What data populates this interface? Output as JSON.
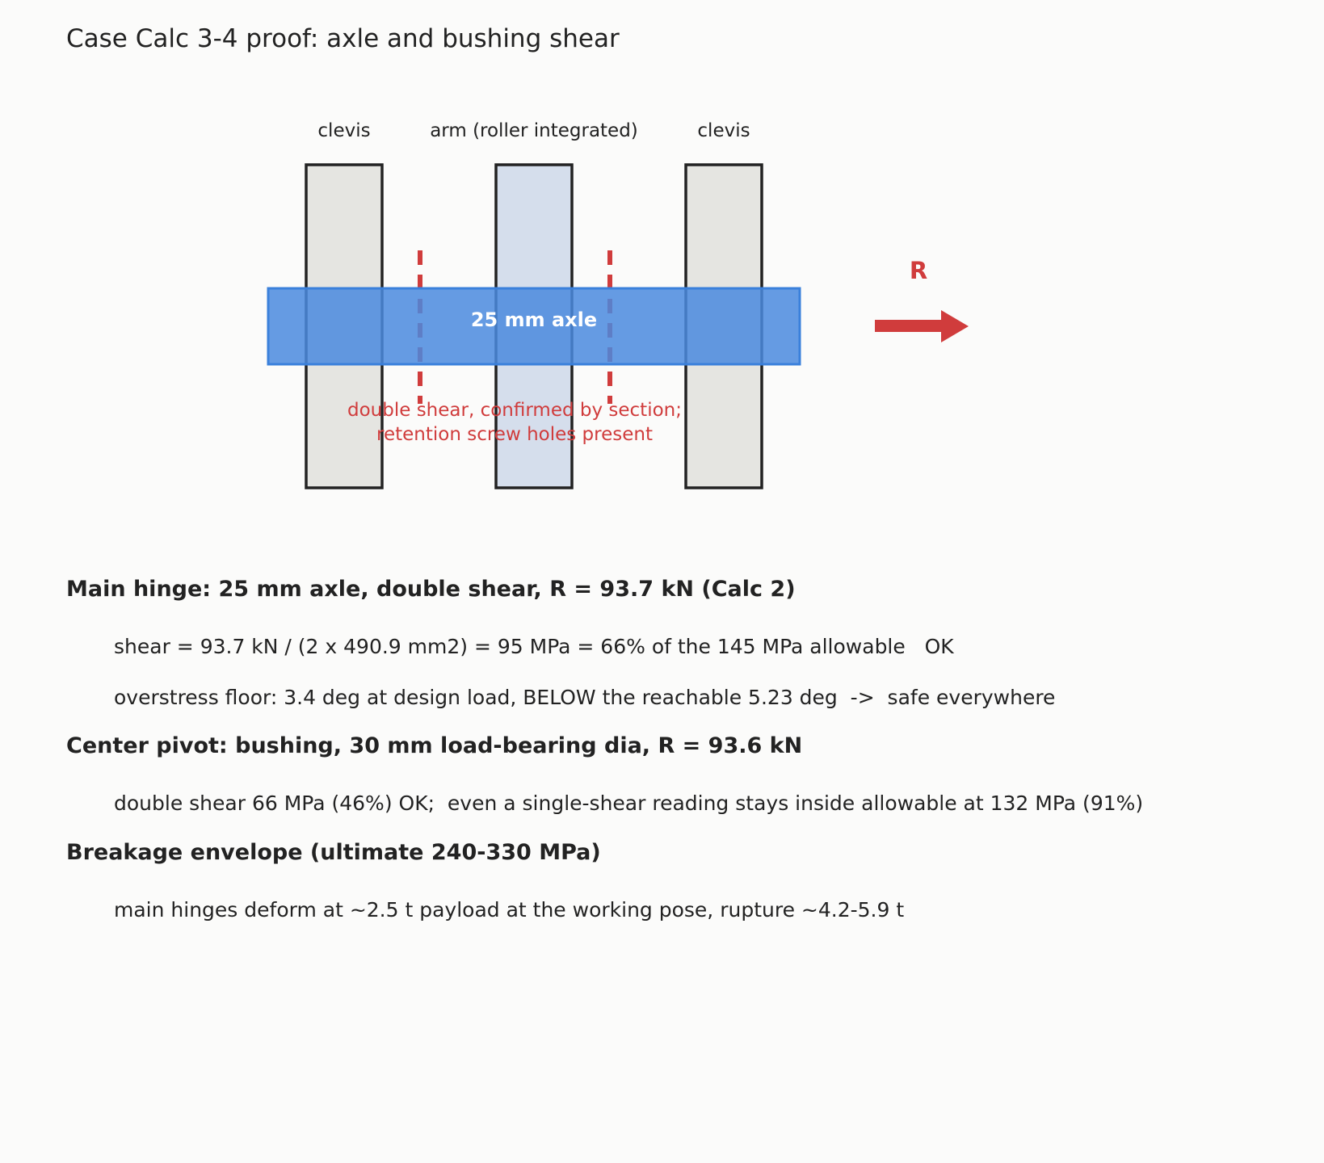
{
  "title": "Case Calc 3-4 proof: axle and bushing shear",
  "diagram": {
    "labels": {
      "clevis_left": "clevis",
      "arm": "arm (roller integrated)",
      "clevis_right": "clevis"
    },
    "axle_label": "25 mm axle",
    "force_label": "R",
    "shear_note": [
      "double shear, confirmed by section;",
      "retention screw holes present"
    ],
    "colors": {
      "clevis_fill": "#e5e5e1",
      "arm_fill": "#d5deec",
      "plate_stroke": "#222222",
      "axle_fill": "#4a8ade",
      "axle_stroke": "#3a80db",
      "shear_red": "#d03c3c",
      "text": "#222222"
    }
  },
  "sections": [
    {
      "heading": "Main hinge: 25 mm axle, double shear, R = 93.7 kN (Calc 2)",
      "lines": [
        "shear = 93.7 kN / (2 x 490.9 mm2) = 95 MPa = 66% of the 145 MPa allowable   OK",
        "overstress floor: 3.4 deg at design load, BELOW the reachable 5.23 deg  ->  safe everywhere"
      ]
    },
    {
      "heading": "Center pivot: bushing, 30 mm load-bearing dia, R = 93.6 kN",
      "lines": [
        "double shear 66 MPa (46%) OK;  even a single-shear reading stays inside allowable at 132 MPa (91%)"
      ]
    },
    {
      "heading": "Breakage envelope (ultimate 240-330 MPa)",
      "lines": [
        "main hinges deform at ~2.5 t payload at the working pose, rupture ~4.2-5.9 t"
      ]
    }
  ]
}
